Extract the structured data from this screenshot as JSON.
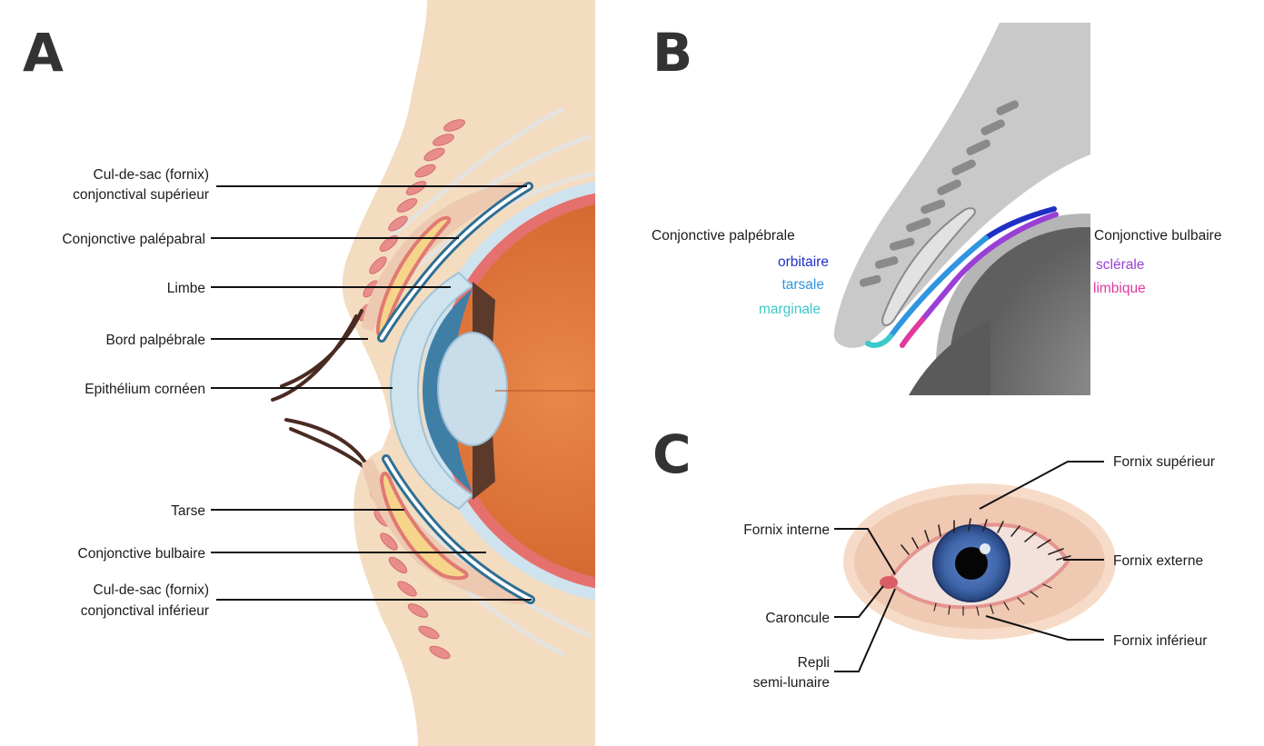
{
  "panels": {
    "a": {
      "letter": "A",
      "labels": {
        "fornix_sup_1": "Cul-de-sac (fornix)",
        "fornix_sup_2": "conjonctival supérieur",
        "palpebral": "Conjonctive palépabral",
        "limbe": "Limbe",
        "bord": "Bord palpébrale",
        "epithelium": "Epithélium cornéen",
        "tarse": "Tarse",
        "bulbaire": "Conjonctive bulbaire",
        "fornix_inf_1": "Cul-de-sac (fornix)",
        "fornix_inf_2": "conjonctival inférieur"
      }
    },
    "b": {
      "letter": "B",
      "labels": {
        "palpebrale": "Conjonctive palpébrale",
        "orbitaire": "orbitaire",
        "tarsale": "tarsale",
        "marginale": "marginale",
        "bulbaire": "Conjonctive bulbaire",
        "sclerale": "sclérale",
        "limbique": "limbique"
      },
      "colors": {
        "orbitaire": "#1f2fc4",
        "tarsale": "#2f95e0",
        "marginale": "#3cc9c9",
        "sclerale": "#9a3fd6",
        "limbique": "#e0399f"
      }
    },
    "c": {
      "letter": "C",
      "labels": {
        "fornix_sup": "Fornix supérieur",
        "fornix_int": "Fornix interne",
        "fornix_ext": "Fornix externe",
        "caroncule": "Caroncule",
        "fornix_inf": "Fornix inférieur",
        "repli_1": "Repli",
        "repli_2": "semi-lunaire"
      }
    }
  }
}
